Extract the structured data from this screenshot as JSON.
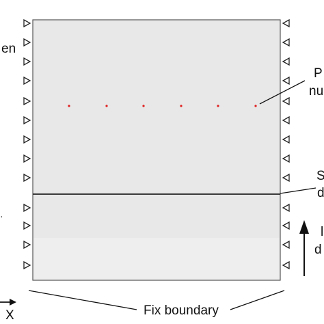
{
  "left_partial_label": "en",
  "right_labels": {
    "top_line1": "P",
    "top_line2": "nu",
    "mid_line1": "S",
    "mid_line2": "d",
    "bottom_line1": "l",
    "bottom_line2": "d"
  },
  "bottom_label": "Fix boundary",
  "axis_label": "X",
  "left_mark": "·",
  "colors": {
    "domain_fill": "#e8e8e8",
    "domain_lower_fill": "#eeeeee",
    "outline": "#555555",
    "points": "#e02020",
    "lines": "#222222"
  },
  "icons": [
    "roller-support-left-icon",
    "roller-support-right-icon",
    "arrow-up-icon",
    "x-axis-arrow-icon"
  ]
}
